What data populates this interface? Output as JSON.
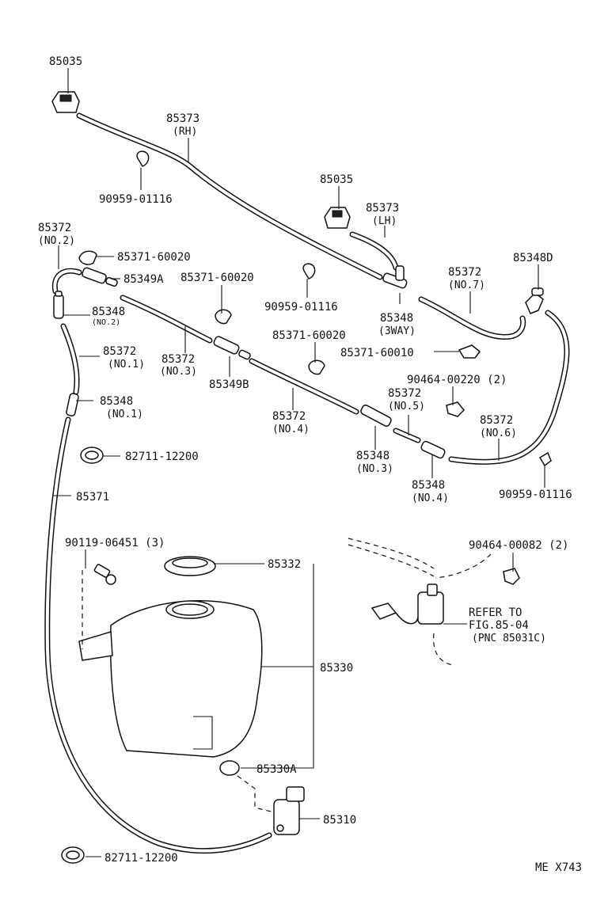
{
  "labels": {
    "p85035_top": "85035",
    "p85373_rh": "85373",
    "p85373_rh_sub": "(RH)",
    "p90959_top": "90959-01116",
    "p85035_mid": "85035",
    "p85373_lh": "85373",
    "p85373_lh_sub": "(LH)",
    "p85372_no2": "85372",
    "p85372_no2_sub": "(NO.2)",
    "p85371_60020_a": "85371-60020",
    "p85349a": "85349A",
    "p85371_60020_b": "85371-60020",
    "p90959_mid": "90959-01116",
    "p85348_3way": "85348",
    "p85348_3way_sub": "(3WAY)",
    "p85372_no7": "85372",
    "p85372_no7_sub": "(NO.7)",
    "p85348d": "85348D",
    "p85348_no2": "85348",
    "p85348_no2_sub": "(NO.2)",
    "p85372_no3": "85372",
    "p85372_no3_sub": "(NO.3)",
    "p85371_60020_c": "85371-60020",
    "p85371_60010": "85371-60010",
    "p85372_no1": "85372",
    "p85372_no1_sub": "(NO.1)",
    "p85349b": "85349B",
    "p90464_00220": "90464-00220 (2)",
    "p85372_no5": "85372",
    "p85372_no5_sub": "(NO.5)",
    "p85348_no1": "85348",
    "p85348_no1_sub": "(NO.1)",
    "p85372_no4": "85372",
    "p85372_no4_sub": "(NO.4)",
    "p85372_no6": "85372",
    "p85372_no6_sub": "(NO.6)",
    "p82711_top": "82711-12200",
    "p85348_no3": "85348",
    "p85348_no3_sub": "(NO.3)",
    "p85348_no4": "85348",
    "p85348_no4_sub": "(NO.4)",
    "p90959_bot": "90959-01116",
    "p85371": "85371",
    "p90119": "90119-06451 (3)",
    "p90464_00082": "90464-00082 (2)",
    "p85332": "85332",
    "refer_line1": "REFER TO",
    "refer_line2": "FIG.85-04",
    "refer_line3": "(PNC 85031C)",
    "p85330": "85330",
    "p85330a": "85330A",
    "p85310": "85310",
    "p82711_bot": "82711-12200",
    "figure_code": "ME X743"
  }
}
